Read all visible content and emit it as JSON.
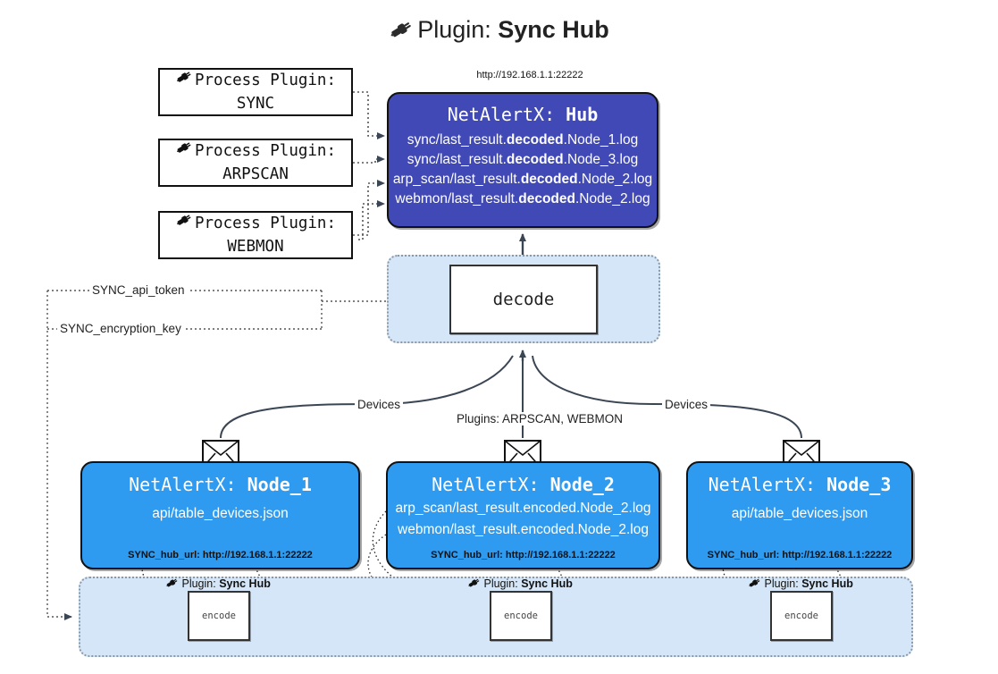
{
  "title": {
    "icon": "plug-icon",
    "prefix": "Plugin:",
    "name": "Sync Hub"
  },
  "process_plugins": [
    {
      "heading": "Process Plugin:",
      "name": "SYNC"
    },
    {
      "heading": "Process Plugin:",
      "name": "ARPSCAN"
    },
    {
      "heading": "Process Plugin:",
      "name": "WEBMON"
    }
  ],
  "hub": {
    "url": "http://192.168.1.1:22222",
    "title_prefix": "NetAlertX:",
    "title_name": "Hub",
    "logs": [
      {
        "pre": "sync/last_result.",
        "em": "decoded",
        "post": ".Node_1.log"
      },
      {
        "pre": "sync/last_result.",
        "em": "decoded",
        "post": ".Node_3.log"
      },
      {
        "pre": "arp_scan/last_result.",
        "em": "decoded",
        "post": ".Node_2.log"
      },
      {
        "pre": "webmon/last_result.",
        "em": "decoded",
        "post": ".Node_2.log"
      }
    ]
  },
  "decode": {
    "label": "decode"
  },
  "secrets": [
    {
      "label": "SYNC_api_token"
    },
    {
      "label": "SYNC_encryption_key"
    }
  ],
  "edge_labels": {
    "devices_left": "Devices",
    "devices_right": "Devices",
    "plugins_center": "Plugins: ARPSCAN, WEBMON"
  },
  "nodes": [
    {
      "title_prefix": "NetAlertX:",
      "title_name": "Node_1",
      "lines": [
        "api/table_devices.json"
      ],
      "hub_url": "SYNC_hub_url: http://192.168.1.1:22222"
    },
    {
      "title_prefix": "NetAlertX:",
      "title_name": "Node_2",
      "lines": [
        "arp_scan/last_result.encoded.Node_2.log",
        "webmon/last_result.encoded.Node_2.log"
      ],
      "hub_url": "SYNC_hub_url: http://192.168.1.1:22222"
    },
    {
      "title_prefix": "NetAlertX:",
      "title_name": "Node_3",
      "lines": [
        "api/table_devices.json"
      ],
      "hub_url": "SYNC_hub_url: http://192.168.1.1:22222"
    }
  ],
  "encoders": [
    {
      "plugin_prefix": "Plugin:",
      "plugin_name": "Sync Hub",
      "label": "encode"
    },
    {
      "plugin_prefix": "Plugin:",
      "plugin_name": "Sync Hub",
      "label": "encode"
    },
    {
      "plugin_prefix": "Plugin:",
      "plugin_name": "Sync Hub",
      "label": "encode"
    }
  ],
  "colors": {
    "hub_fill": "#4049B5",
    "node_fill": "#2E9BF0",
    "container_fill": "#D4E6F8",
    "container_border": "#8a99a8",
    "stroke": "#333333",
    "background": "#ffffff"
  }
}
